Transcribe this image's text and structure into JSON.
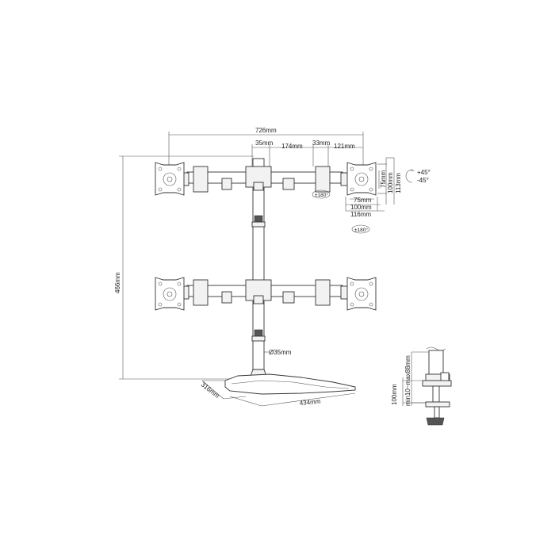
{
  "dimensions": {
    "total_width": "726mm",
    "pole_width": "35mm",
    "arm_length": "174mm",
    "joint_width": "33mm",
    "end_length": "121mm",
    "vesa_75": "75mm",
    "vesa_100": "100mm",
    "plate_113": "113mm",
    "vesa_75_h": "75mm",
    "vesa_100_h": "100mm",
    "plate_116": "116mm",
    "tilt_up": "+45°",
    "tilt_down": "-45°",
    "swivel_1": "±180°",
    "swivel_2": "±180°",
    "height": "466mm",
    "pole_diameter": "Ø35mm",
    "base_depth": "316mm",
    "base_width": "434mm",
    "clamp_height": "100mm",
    "clamp_range": "min10~max88mm"
  }
}
